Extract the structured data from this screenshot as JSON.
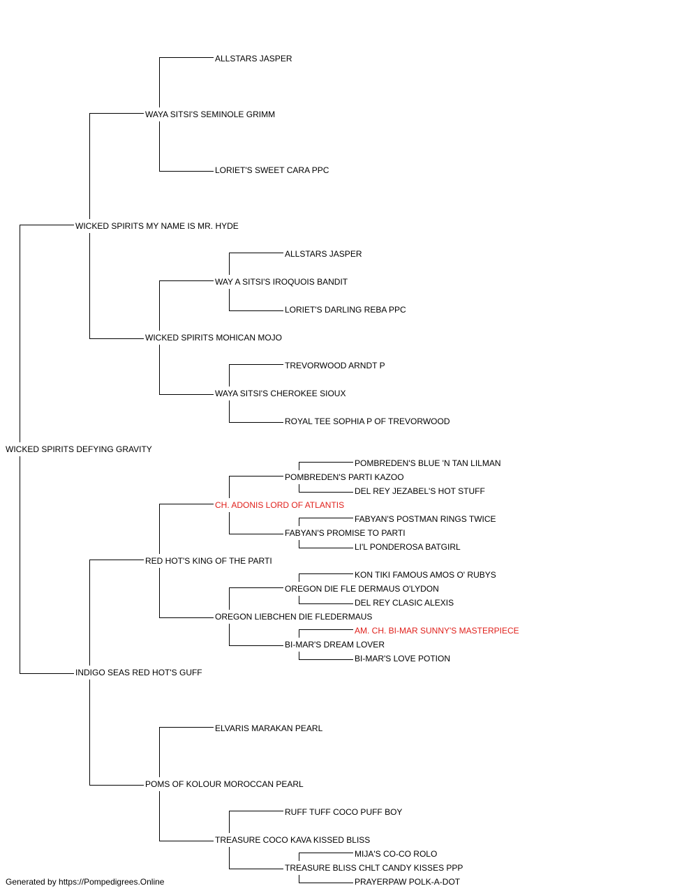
{
  "pedigree": {
    "name": "WICKED SPIRITS DEFYING GRAVITY",
    "sire": {
      "name": "WICKED SPIRITS MY NAME IS MR. HYDE",
      "sire": {
        "name": "WAYA SITSI'S SEMINOLE GRIMM",
        "sire": {
          "name": "ALLSTARS JASPER"
        },
        "dam": {
          "name": "LORIET'S SWEET CARA PPC"
        }
      },
      "dam": {
        "name": "WICKED SPIRITS MOHICAN MOJO",
        "sire": {
          "name": "WAY A SITSI'S IROQUOIS BANDIT",
          "sire": {
            "name": "ALLSTARS JASPER"
          },
          "dam": {
            "name": "LORIET'S DARLING REBA PPC"
          }
        },
        "dam": {
          "name": "WAYA SITSI'S CHEROKEE SIOUX",
          "sire": {
            "name": "TREVORWOOD ARNDT P"
          },
          "dam": {
            "name": "ROYAL TEE SOPHIA P OF TREVORWOOD"
          }
        }
      }
    },
    "dam": {
      "name": "INDIGO SEAS RED HOT'S GUFF",
      "sire": {
        "name": "RED HOT'S KING OF THE PARTI",
        "sire": {
          "name": "CH. ADONIS LORD OF ATLANTIS",
          "champion": true,
          "sire": {
            "name": "POMBREDEN'S PARTI KAZOO",
            "sire": {
              "name": "POMBREDEN'S BLUE 'N TAN LILMAN"
            },
            "dam": {
              "name": "DEL REY JEZABEL'S HOT STUFF"
            }
          },
          "dam": {
            "name": "FABYAN'S PROMISE TO PARTI",
            "sire": {
              "name": "FABYAN'S POSTMAN RINGS TWICE"
            },
            "dam": {
              "name": "LI'L PONDEROSA BATGIRL"
            }
          }
        },
        "dam": {
          "name": "OREGON LIEBCHEN DIE FLEDERMAUS",
          "sire": {
            "name": "OREGON DIE FLE DERMAUS O'LYDON",
            "sire": {
              "name": "KON TIKI FAMOUS AMOS O' RUBYS"
            },
            "dam": {
              "name": "DEL REY CLASIC ALEXIS"
            }
          },
          "dam": {
            "name": "BI-MAR'S DREAM LOVER",
            "sire": {
              "name": "AM. CH. BI-MAR SUNNY'S MASTERPIECE",
              "champion": true
            },
            "dam": {
              "name": "BI-MAR'S LOVE POTION"
            }
          }
        }
      },
      "dam": {
        "name": "POMS OF KOLOUR MOROCCAN PEARL",
        "sire": {
          "name": "ELVARIS MARAKAN PEARL"
        },
        "dam": {
          "name": "TREASURE COCO KAVA KISSED BLISS",
          "sire": {
            "name": "RUFF TUFF COCO PUFF BOY"
          },
          "dam": {
            "name": "TREASURE BLISS CHLT CANDY KISSES PPP",
            "sire": {
              "name": "MIJA'S CO-CO ROLO"
            },
            "dam": {
              "name": "PRAYERPAW POLK-A-DOT"
            }
          }
        }
      }
    }
  },
  "colors": {
    "line": "#000000",
    "text": "#000000",
    "champion": "#e0201b"
  },
  "footer": "Generated by https://Pompedigrees.Online"
}
